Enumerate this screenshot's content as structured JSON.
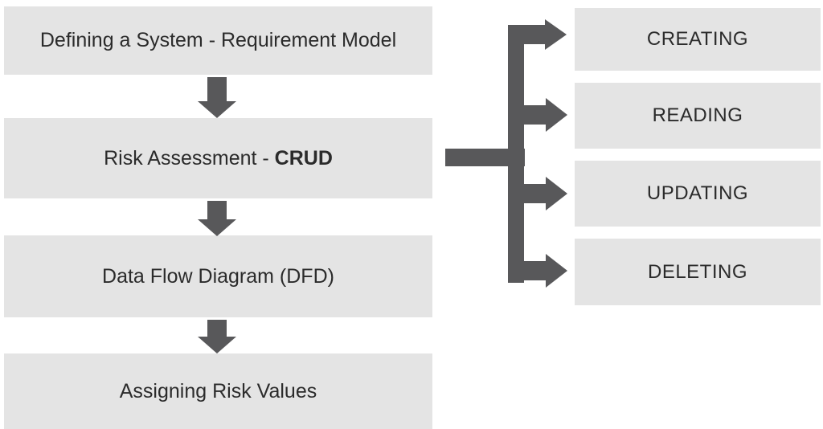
{
  "flow": {
    "steps": [
      {
        "text": "Defining a System - Requirement Model",
        "bold": ""
      },
      {
        "text": "Risk Assessment - ",
        "bold": "CRUD"
      },
      {
        "text": "Data Flow Diagram (DFD)",
        "bold": ""
      },
      {
        "text": "Assigning Risk Values",
        "bold": ""
      }
    ],
    "crud_operations": [
      "CREATING",
      "READING",
      "UPDATING",
      "DELETING"
    ],
    "icons": {
      "down_arrow": "down-arrow-icon",
      "right_arrow": "right-arrow-icon"
    },
    "colors": {
      "box_fill": "#e4e4e4",
      "connector": "#58585a",
      "text": "#2b2b2b",
      "background": "#ffffff"
    }
  }
}
